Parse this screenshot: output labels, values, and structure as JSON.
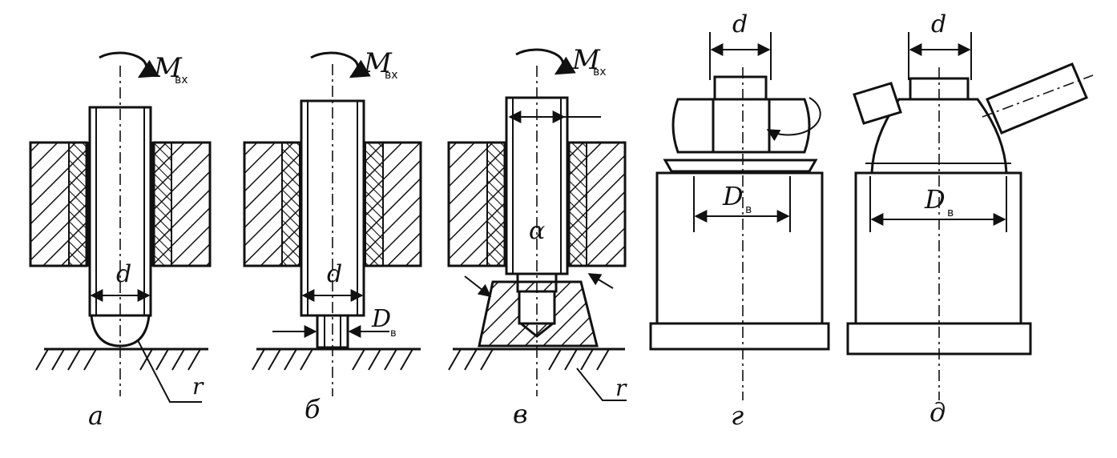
{
  "figure": {
    "panels": [
      {
        "id": "a",
        "caption": "а",
        "torque": "M",
        "torque_sub": "вх",
        "diameter": "d",
        "radius": "r"
      },
      {
        "id": "b",
        "caption": "б",
        "torque": "M",
        "torque_sub": "вх",
        "diameter": "d",
        "bore": "D",
        "bore_sub": "в"
      },
      {
        "id": "v",
        "caption": "в",
        "torque": "M",
        "torque_sub": "вх",
        "angle": "α",
        "radius": "r"
      },
      {
        "id": "g",
        "caption": "г",
        "diameter": "d",
        "bore": "D",
        "bore_sub": "в"
      },
      {
        "id": "d",
        "caption": "д",
        "diameter": "d",
        "bore": "D",
        "bore_sub": "в"
      }
    ]
  },
  "colors": {
    "ink": "#111111",
    "paper": "#ffffff"
  }
}
